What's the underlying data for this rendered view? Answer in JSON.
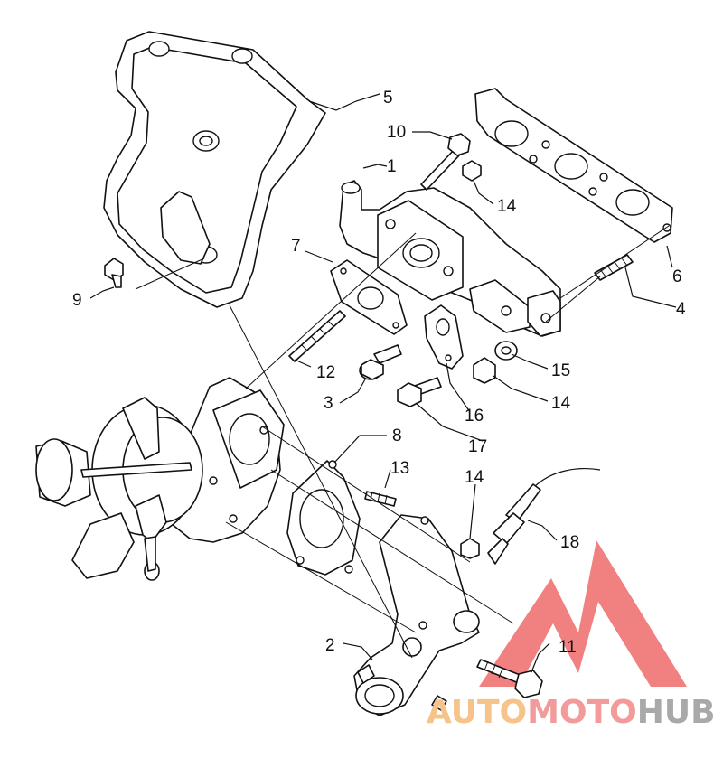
{
  "callouts": [
    {
      "id": "1",
      "label": "1"
    },
    {
      "id": "2",
      "label": "2"
    },
    {
      "id": "3",
      "label": "3"
    },
    {
      "id": "4",
      "label": "4"
    },
    {
      "id": "5",
      "label": "5"
    },
    {
      "id": "6",
      "label": "6"
    },
    {
      "id": "7",
      "label": "7"
    },
    {
      "id": "8",
      "label": "8"
    },
    {
      "id": "9",
      "label": "9"
    },
    {
      "id": "10",
      "label": "10"
    },
    {
      "id": "11",
      "label": "11"
    },
    {
      "id": "12",
      "label": "12"
    },
    {
      "id": "13",
      "label": "13"
    },
    {
      "id": "14a",
      "label": "14"
    },
    {
      "id": "14b",
      "label": "14"
    },
    {
      "id": "14c",
      "label": "14"
    },
    {
      "id": "15",
      "label": "15"
    },
    {
      "id": "16",
      "label": "16"
    },
    {
      "id": "17",
      "label": "17"
    },
    {
      "id": "18",
      "label": "18"
    }
  ],
  "watermark": {
    "brand_auto": "AUTO",
    "brand_moto": "MOTO",
    "brand_hub": "HUB",
    "color_auto": "#f6c48a",
    "color_moto": "#f39a9a",
    "color_hub": "#a9a9a9",
    "logo_color": "#ef6b6b"
  }
}
